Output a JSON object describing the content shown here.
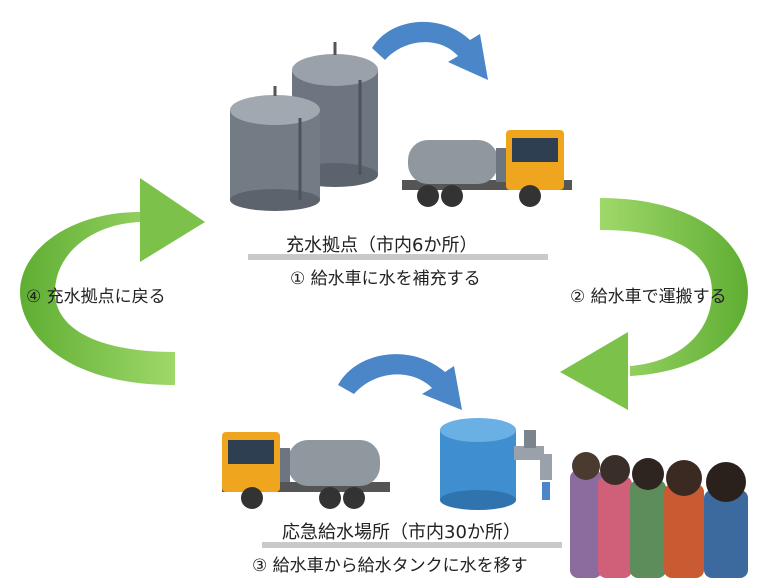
{
  "hub": {
    "title": "充水拠点（市内6か所）",
    "step1": "① 給水車に水を補充する"
  },
  "right_step": "② 給水車で運搬する",
  "left_step": "④ 充水拠点に戻る",
  "site": {
    "title": "応急給水場所（市内30か所）",
    "step3": "③ 給水車から給水タンクに水を移す"
  },
  "colors": {
    "cycle_arrow": "#7cc14a",
    "flow_arrow": "#4a86c8",
    "tank": "#6d7580",
    "truck_cab": "#f0a51e",
    "water_tank": "#3f8fd0"
  },
  "icons": [
    "storage-tank-icon",
    "water-truck-icon",
    "water-tank-icon",
    "faucet-icon",
    "people-queue-icon",
    "cycle-arrow-icon",
    "flow-arrow-icon"
  ]
}
